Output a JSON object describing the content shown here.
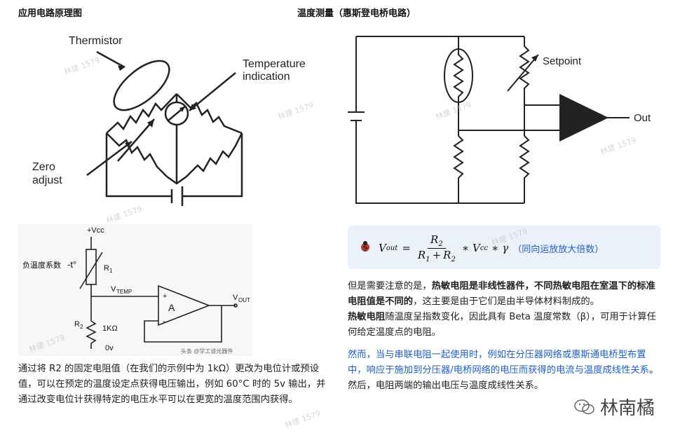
{
  "left": {
    "title": "应用电路原理图",
    "bridge_labels": {
      "thermistor": "Thermistor",
      "temp1": "Temperature",
      "temp2": "indication",
      "zero1": "Zero",
      "zero2": "adjust"
    },
    "opamp_labels": {
      "vcc": "+Vcc",
      "neg_coef": "负温度系数",
      "t": "-t°",
      "r1": "R",
      "r1_sub": "1",
      "vtemp": "V",
      "vtemp_sub": "TEMP",
      "plus": "+",
      "minus": "-",
      "a": "A",
      "vout": "V",
      "vout_sub": "OUT",
      "r2": "R",
      "r2_sub": "2",
      "k1": "1KΩ",
      "zero_v": "0v",
      "source": "头条 @学工谈元器件"
    },
    "paragraph": "通过将 R2 的固定电阻值（在我们的示例中为 1kΩ）更改为电位计或预设值，可以在预定的温度设定点获得电压输出，例如 60°C 时的 5v 输出，并通过改变电位计获得特定的电压水平可以在更宽的温度范围内获得。"
  },
  "right": {
    "title": "温度测量（惠斯登电桥电路）",
    "circuit_labels": {
      "setpoint": "Setpoint",
      "out": "Out"
    },
    "formula": {
      "lhs": "V",
      "lhs_sub": "out",
      "eq": "=",
      "num": "R",
      "num_sub": "2",
      "den1": "R",
      "den1_sub": "1",
      "den_plus": "+",
      "den2": "R",
      "den2_sub": "2",
      "mult1": "∗",
      "vcc": "V",
      "vcc_sub": "cc",
      "mult2": "∗",
      "gamma": "γ",
      "note": "（同向运放放大倍数）"
    },
    "p1": {
      "a": "但是需要注意的是，",
      "b": "热敏电阻是非线性器件，不同热敏电阻在室温下的标准电阻值是不同的",
      "c": "，这主要是由于它们是由半导体材料制成的。"
    },
    "p2": {
      "a": "热敏电阻",
      "b": "随温度呈指数变化，因此具有 Beta 温度常数（β），可用于计算任何给定温度点的电阻。"
    },
    "p3": {
      "a": "然而，",
      "b": "当与串联电阻一起使用时，例如在分压器网络或惠斯通电桥型布置中，响应于施加到分压器/电桥网络的电压而获得的电流与温度成线性关系",
      "c": "。然后，电阻两端的输出电压与温度成线性关系。"
    }
  },
  "brand": {
    "name": "林南橘"
  },
  "watermark": "林建 1579"
}
